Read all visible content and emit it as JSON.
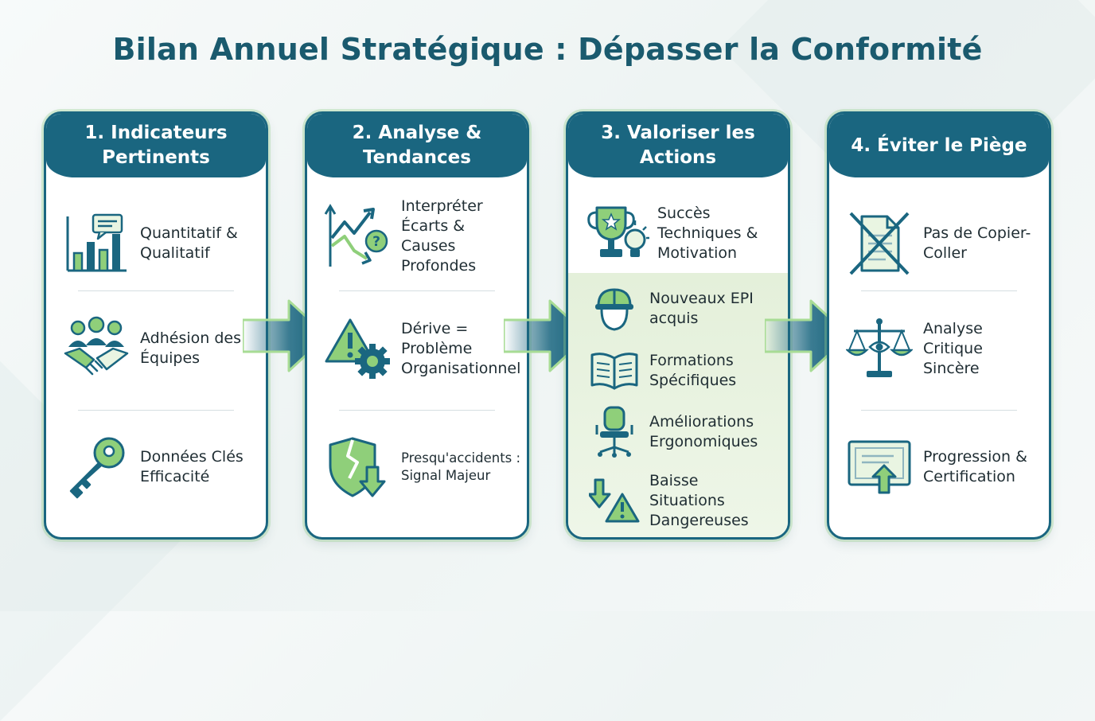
{
  "title": "Bilan Annuel Stratégique : Dépasser la Conformité",
  "cards": [
    {
      "heading": "1. Indicateurs Pertinents",
      "items": [
        {
          "label": "Quantitatif & Qualitatif",
          "icon": "bar-chart-comment-icon"
        },
        {
          "label": "Adhésion des Équipes",
          "icon": "team-handshake-icon"
        },
        {
          "label": "Données Clés Efficacité",
          "icon": "key-icon"
        }
      ]
    },
    {
      "heading": "2. Analyse & Tendances",
      "items": [
        {
          "label": "Interpréter Écarts & Causes Profondes",
          "icon": "trend-arrows-question-icon"
        },
        {
          "label": "Dérive = Problème Organisationnel",
          "icon": "warning-gear-icon"
        },
        {
          "label": "Presqu'accidents : Signal Majeur",
          "icon": "broken-shield-arrow-icon"
        }
      ]
    },
    {
      "heading": "3. Valoriser les Actions",
      "items": [
        {
          "label": "Succès Techniques & Motivation",
          "icon": "trophy-lightbulb-icon"
        },
        {
          "label": "Nouveaux EPI acquis",
          "icon": "hard-hat-icon"
        },
        {
          "label": "Formations Spécifiques",
          "icon": "open-book-icon"
        },
        {
          "label": "Améliorations Ergonomiques",
          "icon": "office-chair-icon"
        },
        {
          "label": "Baisse Situations Dangereuses",
          "icon": "down-arrow-warning-icon"
        }
      ]
    },
    {
      "heading": "4. Éviter le Piège",
      "items": [
        {
          "label": "Pas de Copier-Coller",
          "icon": "crossed-document-icon"
        },
        {
          "label": "Analyse Critique Sincère",
          "icon": "scales-eye-icon"
        },
        {
          "label": "Progression & Certification",
          "icon": "certificate-arrow-icon"
        }
      ]
    }
  ],
  "colors": {
    "primary": "#1a6680",
    "accent_green": "#8fcf7a",
    "text": "#1f2d33"
  }
}
